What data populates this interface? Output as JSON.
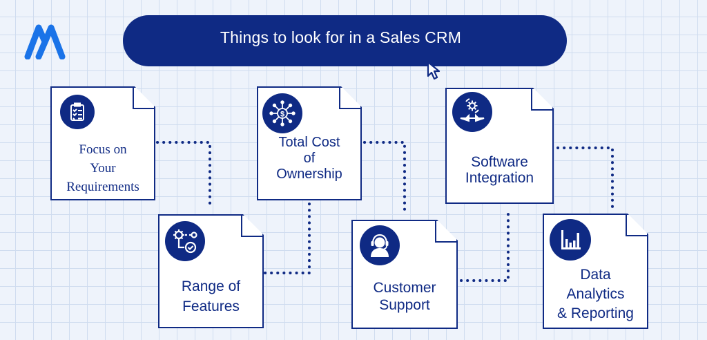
{
  "title": "Things to look for in a Sales CRM",
  "colors": {
    "primary": "#0f2a84",
    "accent": "#1a73e8",
    "background": "#eef3fb",
    "card": "#ffffff"
  },
  "cards": [
    {
      "id": "requirements",
      "icon": "clipboard-checklist-icon",
      "label": "Focus on Your Requirements",
      "lines": [
        "Focus on",
        "Your",
        "Requirements"
      ]
    },
    {
      "id": "features",
      "icon": "gears-workflow-icon",
      "label": "Range of Features",
      "lines": [
        "Range of",
        "Features"
      ]
    },
    {
      "id": "ownership",
      "icon": "dollar-network-icon",
      "label": "Total Cost of Ownership",
      "lines": [
        "Total Cost",
        "of",
        "Ownership"
      ]
    },
    {
      "id": "support",
      "icon": "headset-agent-icon",
      "label": "Customer Support",
      "lines": [
        "Customer",
        "Support"
      ]
    },
    {
      "id": "integration",
      "icon": "gear-arrows-integration-icon",
      "label": "Software Integration",
      "lines": [
        "Software",
        "Integration"
      ]
    },
    {
      "id": "analytics",
      "icon": "bar-chart-icon",
      "label": "Data Analytics & Reporting",
      "lines": [
        "Data",
        "Analytics",
        "& Reporting"
      ]
    }
  ]
}
